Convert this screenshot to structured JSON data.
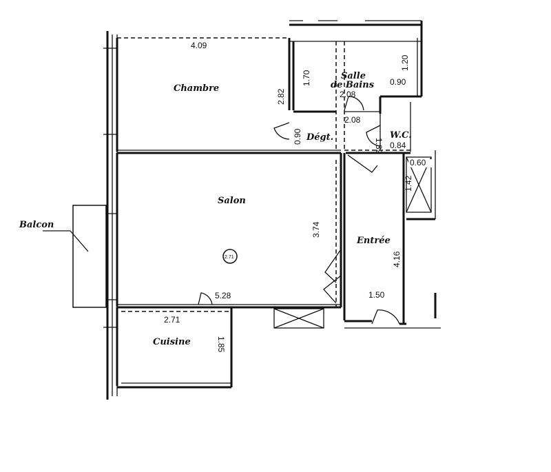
{
  "rooms": {
    "chambre": "Chambre",
    "salle_line1": "Salle",
    "salle_line2": "de Bains",
    "degt": "Dégt.",
    "wc": "W.C.",
    "salon": "Salon",
    "entree": "Entrée",
    "cuisine": "Cuisine",
    "balcon": "Balcon"
  },
  "dimensions": {
    "chambre_width": "4.09",
    "chambre_height": "2.82",
    "bain_left": "1.70",
    "bain_right": "1.20",
    "bain_width": "2.08",
    "bain_side": "0.90",
    "degt_width": "2.08",
    "degt_door": "0.90",
    "wc_height": "1.32",
    "wc_width": "0.84",
    "duct_width": "0.60",
    "duct_height": "1.42",
    "salon_height": "3.74",
    "salon_width": "5.28",
    "entree_height": "4.16",
    "entree_width": "1.50",
    "cuisine_width": "2.71",
    "cuisine_height": "1.85",
    "circle_tag": "2.71"
  }
}
